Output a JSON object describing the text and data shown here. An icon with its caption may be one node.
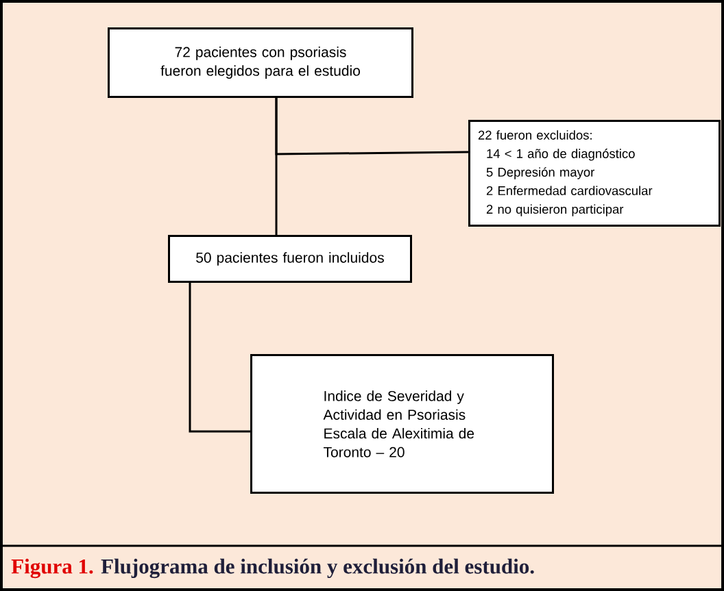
{
  "diagram": {
    "caption": "Flujograma de inclusión y exclusión del estudio.",
    "nodes": [
      {
        "text": [
          "72 pacientes con psoriasis fueron elegidos para el estudio"
        ]
      },
      {
        "text": [
          "22 fueron excluidos:",
          "14 < 1 año de diagnóstico",
          "5 Depresión mayor",
          "2 Enfermedad cardiovascular",
          "2 no quisieron participar"
        ]
      },
      {
        "text": [
          "50 pacientes fueron incluidos"
        ]
      },
      {
        "text": [
          "Indice de Severidad y Actividad en Psoriasis",
          "Escala de Alexitimia de Toronto – 20"
        ]
      }
    ],
    "edges": [
      {
        "from": 0,
        "to": 1,
        "arrow": "none"
      },
      {
        "from": 0,
        "to": 2,
        "arrow": "none"
      },
      {
        "from": 2,
        "to": 3,
        "arrow": "none"
      }
    ],
    "labels": [
      "Figura 1."
    ]
  }
}
